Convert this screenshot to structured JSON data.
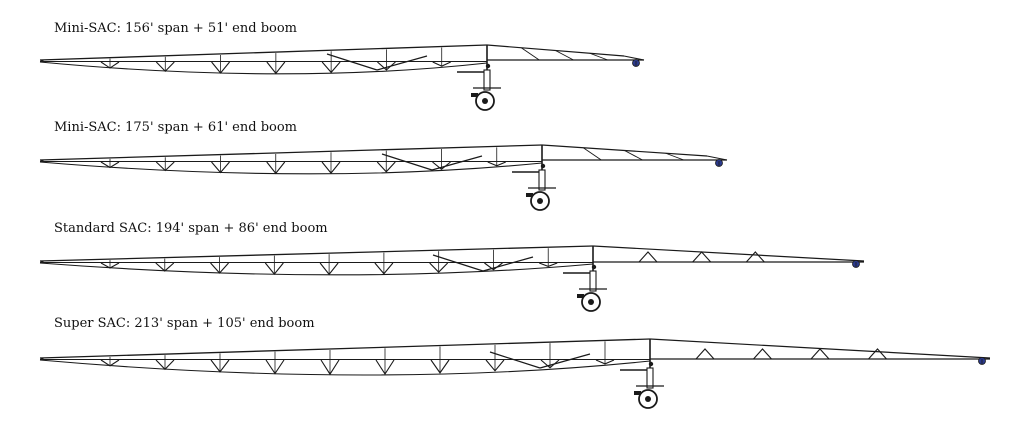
{
  "diagrams": [
    {
      "label": "Mini-SAC: 156' span + 51' end boom"
    },
    {
      "label": "Mini-SAC: 175' span + 61' end boom"
    },
    {
      "label": "Standard SAC: 194' span + 86' end boom"
    },
    {
      "label": "Super SAC: 213' span + 105' end boom"
    }
  ],
  "colors": {
    "line": "#1a1a1a",
    "end_gun": "#2b3a8c"
  }
}
